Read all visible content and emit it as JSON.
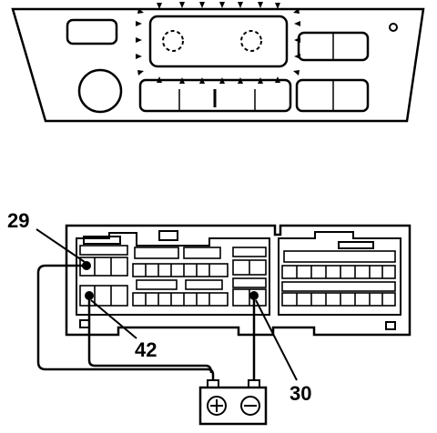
{
  "labels": {
    "pin_29": "29",
    "pin_42": "42",
    "pin_30": "30"
  },
  "battery": {
    "plus_symbol": "⊕",
    "minus_symbol": "⊖"
  }
}
